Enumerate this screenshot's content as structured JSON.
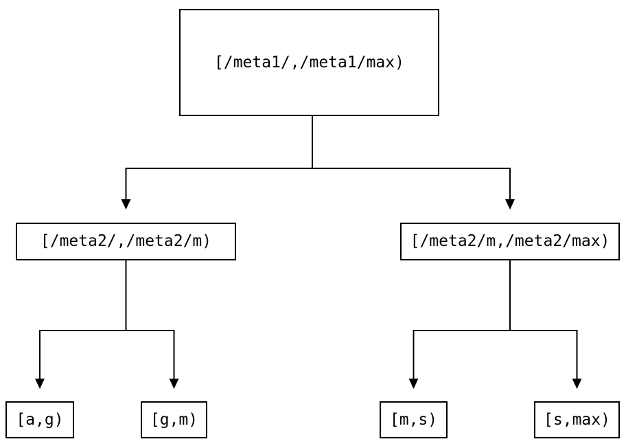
{
  "diagram": {
    "kind": "tree",
    "nodes": {
      "root": {
        "label": "[/meta1/,/meta1/max)"
      },
      "meta2_low": {
        "label": "[/meta2/,/meta2/m)"
      },
      "meta2_high": {
        "label": "[/meta2/m,/meta2/max)"
      },
      "leaf_ag": {
        "label": "[a,g)"
      },
      "leaf_gm": {
        "label": "[g,m)"
      },
      "leaf_ms": {
        "label": "[m,s)"
      },
      "leaf_smax": {
        "label": "[s,max)"
      }
    },
    "edges": [
      {
        "from": "root",
        "to": "meta2_low"
      },
      {
        "from": "root",
        "to": "meta2_high"
      },
      {
        "from": "meta2_low",
        "to": "leaf_ag"
      },
      {
        "from": "meta2_low",
        "to": "leaf_gm"
      },
      {
        "from": "meta2_high",
        "to": "leaf_ms"
      },
      {
        "from": "meta2_high",
        "to": "leaf_smax"
      }
    ],
    "colors": {
      "line": "#000000",
      "box_border": "#000000",
      "box_fill": "#ffffff",
      "text": "#000000",
      "background": "#ffffff"
    }
  }
}
